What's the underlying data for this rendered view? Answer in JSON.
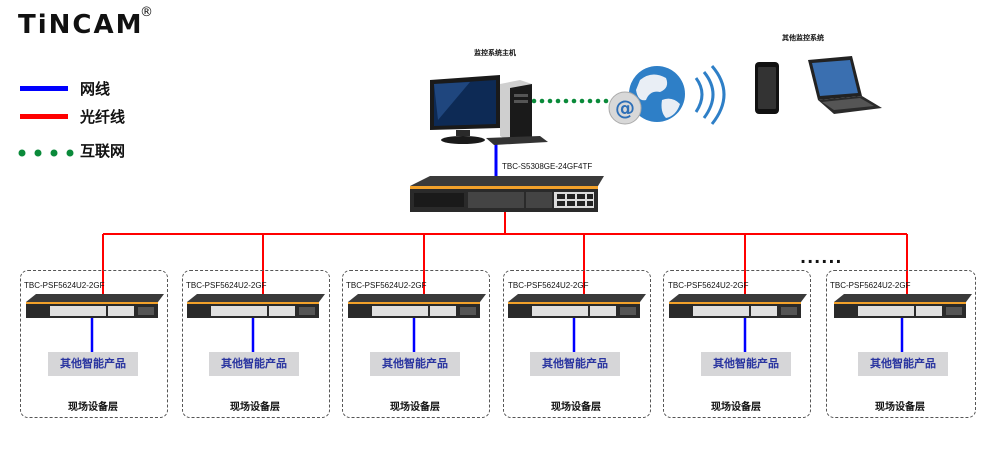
{
  "brand": {
    "name": "TiNCAM",
    "registered": "®"
  },
  "legend": [
    {
      "label": "网线",
      "color": "#0000ff",
      "style": "solid"
    },
    {
      "label": "光纤线",
      "color": "#ff0000",
      "style": "solid"
    },
    {
      "label": "互联网",
      "color": "#0a8a3a",
      "style": "dotted"
    }
  ],
  "monitor_host_label": "监控系统主机",
  "other_systems_label": "其他监控系统",
  "core_switch_model": "TBC-S5308GE-24GF4TF",
  "ellipsis": "......",
  "field_units": [
    {
      "switch_model": "TBC-PSF5624U2-2GF",
      "product": "其他智能产品",
      "layer": "现场设备层"
    },
    {
      "switch_model": "TBC-PSF5624U2-2GF",
      "product": "其他智能产品",
      "layer": "现场设备层"
    },
    {
      "switch_model": "TBC-PSF5624U2-2GF",
      "product": "其他智能产品",
      "layer": "现场设备层"
    },
    {
      "switch_model": "TBC-PSF5624U2-2GF",
      "product": "其他智能产品",
      "layer": "现场设备层"
    },
    {
      "switch_model": "TBC-PSF5624U2-2GF",
      "product": "其他智能产品",
      "layer": "现场设备层"
    },
    {
      "switch_model": "TBC-PSF5624U2-2GF",
      "product": "其他智能产品",
      "layer": "现场设备层"
    }
  ],
  "colors": {
    "cable": "#0000ff",
    "fiber": "#ff0000",
    "internet": "#0a8a3a",
    "product_bg": "#d6d6d8",
    "product_text": "#2a35a0"
  }
}
